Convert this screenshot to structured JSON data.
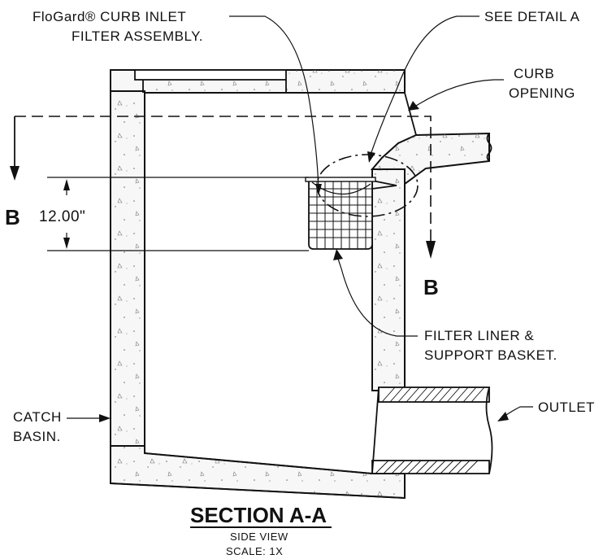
{
  "labels": {
    "flogard_line1": "FloGard® CURB INLET",
    "flogard_line2": "FILTER ASSEMBLY.",
    "see_detail": "SEE DETAIL A",
    "curb_line1": "CURB",
    "curb_line2": "OPENING",
    "section_b_left": "B",
    "section_b_right": "B",
    "dimension": "12.00\"",
    "filter_line1": "FILTER LINER &",
    "filter_line2": "SUPPORT BASKET.",
    "catch_line1": "CATCH",
    "catch_line2": "BASIN.",
    "outlet": "OUTLET"
  },
  "title": {
    "main": "SECTION A-A",
    "view": "SIDE VIEW",
    "scale": "SCALE: 1X"
  }
}
